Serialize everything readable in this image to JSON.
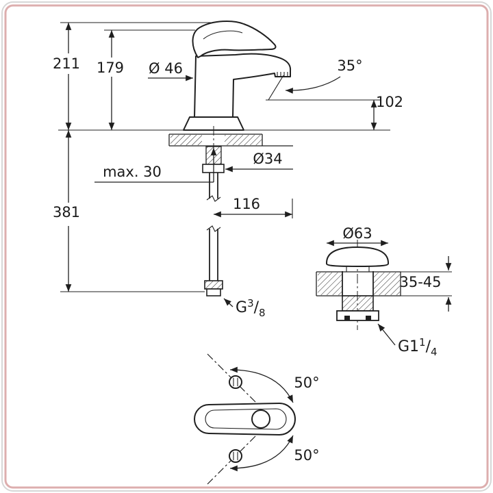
{
  "frame": {
    "outer_color": "#d6d6d6",
    "inner_color": "#ddaeae"
  },
  "drawing": {
    "ink_color": "#1f1f1f",
    "labels": {
      "height_total": "211",
      "height_to_lever": "179",
      "body_diameter": "Ø 46",
      "spout_angle": "35°",
      "spout_height": "102",
      "max_deck_thickness": "max. 30",
      "shank_diameter": "Ø34",
      "overall_length": "381",
      "spout_projection": "116",
      "hose_thread": {
        "prefix": "G",
        "numerator": "3",
        "slash": "/",
        "denominator": "8"
      },
      "waste_cap_diameter": "Ø63",
      "waste_deck_thickness": "35-45",
      "waste_thread": {
        "prefix": "G1",
        "numerator": "1",
        "slash": "/",
        "denominator": "4"
      },
      "handle_swing_up": "50°",
      "handle_swing_down": "50°"
    }
  }
}
